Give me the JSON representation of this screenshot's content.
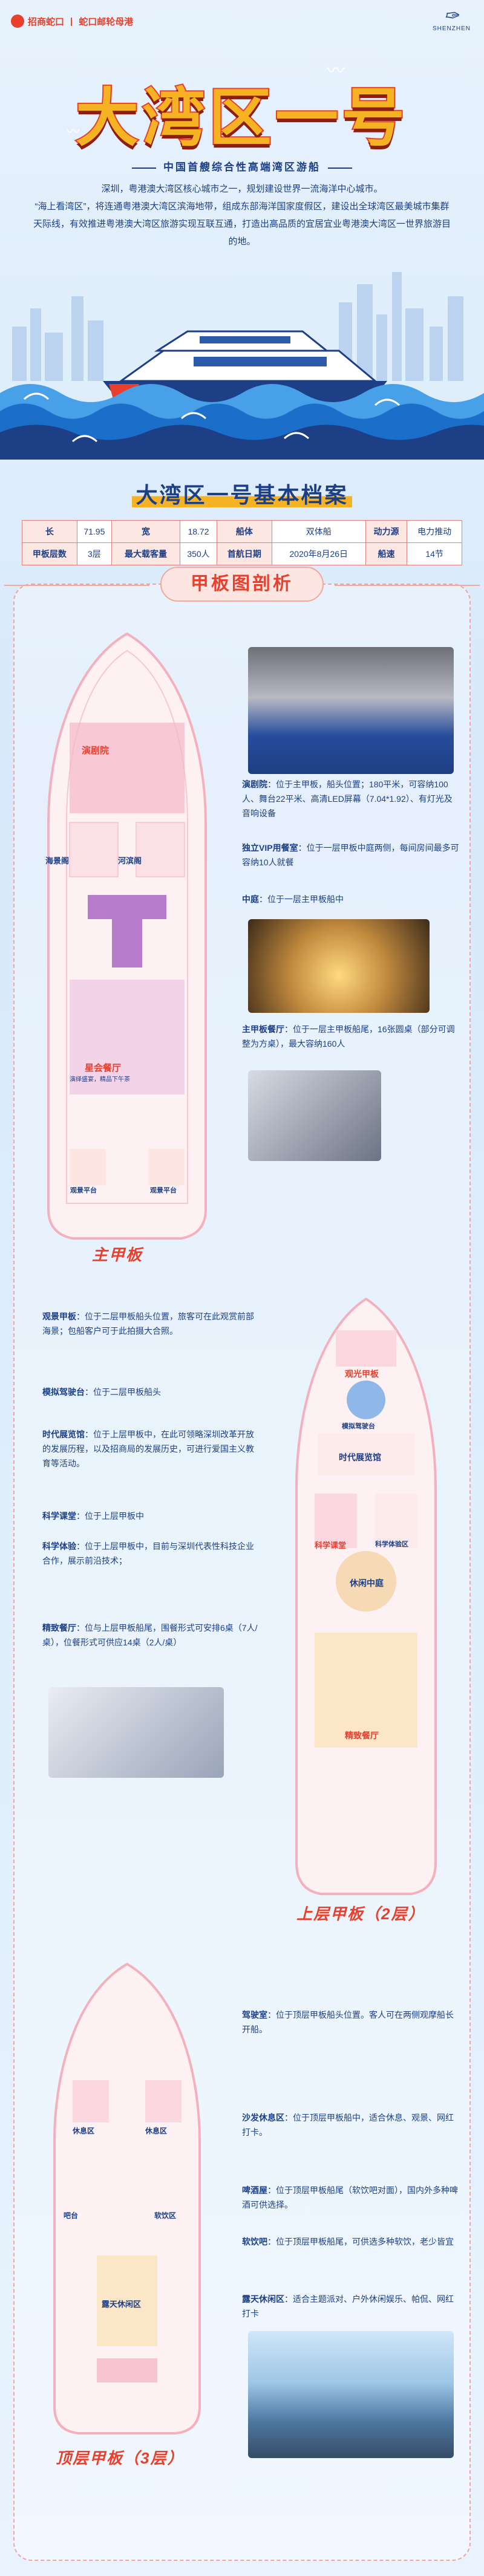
{
  "header": {
    "brand_name": "招商蛇口",
    "brand_sub": "蛇口邮轮母港",
    "signature_text": "SHENZHEN"
  },
  "hero": {
    "title": "大湾区一号",
    "subtitle": "中国首艘综合性高端湾区游船",
    "paragraph_1": "深圳，粤港澳大湾区核心城市之一，规划建设世界一流海洋中心城市。",
    "paragraph_2": "“海上看湾区”，将连通粤港澳大湾区滨海地带，组成东部海洋国家度假区，建设出全球湾区最美城市集群天际线，有效推进粤港澳大湾区旅游实现互联互通，打造出高品质的宜居宜业粤港澳大湾区一世界旅游目的地。"
  },
  "specs": {
    "title": "大湾区一号基本档案",
    "rows": [
      [
        {
          "k": "长",
          "v": "71.95"
        },
        {
          "k": "宽",
          "v": "18.72"
        },
        {
          "k": "船体",
          "v": "双体船"
        },
        {
          "k": "动力源",
          "v": "电力推动"
        }
      ],
      [
        {
          "k": "甲板层数",
          "v": "3层"
        },
        {
          "k": "最大载客量",
          "v": "350人"
        },
        {
          "k": "首航日期",
          "v": "2020年8月26日"
        },
        {
          "k": "船速",
          "v": "14节"
        }
      ]
    ]
  },
  "deck_section": {
    "title": "甲板图剖析"
  },
  "main_deck": {
    "label": "主甲板",
    "rooms": {
      "auditorium": "演剧院",
      "vip_left": "海景阁",
      "vip_right": "河滨阁",
      "restaurant": "星会餐厅",
      "restaurant_note": "演绎盛宴，精品下午茶",
      "aft_left": "观景平台",
      "aft_right": "观景平台"
    },
    "callouts": [
      {
        "name": "演剧院",
        "text": "：位于主甲板，船头位置；180平米，可容纳100人、舞台22平米、高清LED屏幕（7.04*1.92）、有灯光及音响设备"
      },
      {
        "name": "独立VIP用餐室",
        "text": "：位于一层甲板中庭两侧，每间房间最多可容纳10人就餐"
      },
      {
        "name": "中庭",
        "text": "：位于一层主甲板船中"
      },
      {
        "name": "主甲板餐厅",
        "text": "：位于一层主甲板船尾，16张圆桌（部分可调整为方桌），最大容纳160人"
      }
    ]
  },
  "upper_deck": {
    "label": "上层甲板（2层）",
    "rooms": {
      "viewing": "观光甲板",
      "sim": "模拟驾驶台",
      "gallery": "时代展览馆",
      "science": "科学课堂",
      "tech": "科学体验区",
      "atrium": "休闲中庭",
      "dining": "精致餐厅"
    },
    "callouts": [
      {
        "name": "观景甲板",
        "text": "：位于二层甲板船头位置，旅客可在此观赏前部海景；包船客户可于此拍摄大合照。"
      },
      {
        "name": "模拟驾驶台",
        "text": "：位于二层甲板船头"
      },
      {
        "name": "时代展览馆",
        "text": "：位于上层甲板中，在此可领略深圳改革开放的发展历程，以及招商局的发展历史，可进行爱国主义教育等活动。"
      },
      {
        "name": "科学课堂",
        "text": "：位于上层甲板中"
      },
      {
        "name": "科学体验",
        "text": "：位于上层甲板中，目前与深圳代表性科技企业合作，展示前沿技术；"
      },
      {
        "name": "精致餐厅",
        "text": "：位与上层甲板船尾，围餐形式可安排6桌（7人/桌），位餐形式可供应14桌（2人/桌）"
      }
    ]
  },
  "top_deck": {
    "label": "顶层甲板（3层）",
    "rooms": {
      "left_lounge": "休息区",
      "right_lounge": "休息区",
      "bar": "吧台",
      "soft": "软饮区",
      "leisure": "露天休闲区"
    },
    "callouts": [
      {
        "name": "驾驶室",
        "text": "：位于顶层甲板船头位置。客人可在两侧观摩船长开船。"
      },
      {
        "name": "沙发休息区",
        "text": "：位于顶层甲板船中，适合休息、观景、网红打卡。"
      },
      {
        "name": "啤酒屋",
        "text": "：位于顶层甲板船尾（软饮吧对面），国内外多种啤酒可供选择。"
      },
      {
        "name": "软饮吧",
        "text": "：位于顶层甲板船尾，可供选多种软饮，老少皆宜"
      },
      {
        "name": "露天休闲区",
        "text": "：适合主题派对、户外休闲娱乐、帕侃、网红打卡"
      }
    ]
  },
  "colors": {
    "navy": "#1c3f86",
    "red": "#e8402c",
    "gold": "#f5b323",
    "pink": "#f4b4c4",
    "sea": "#3f8fe0"
  }
}
